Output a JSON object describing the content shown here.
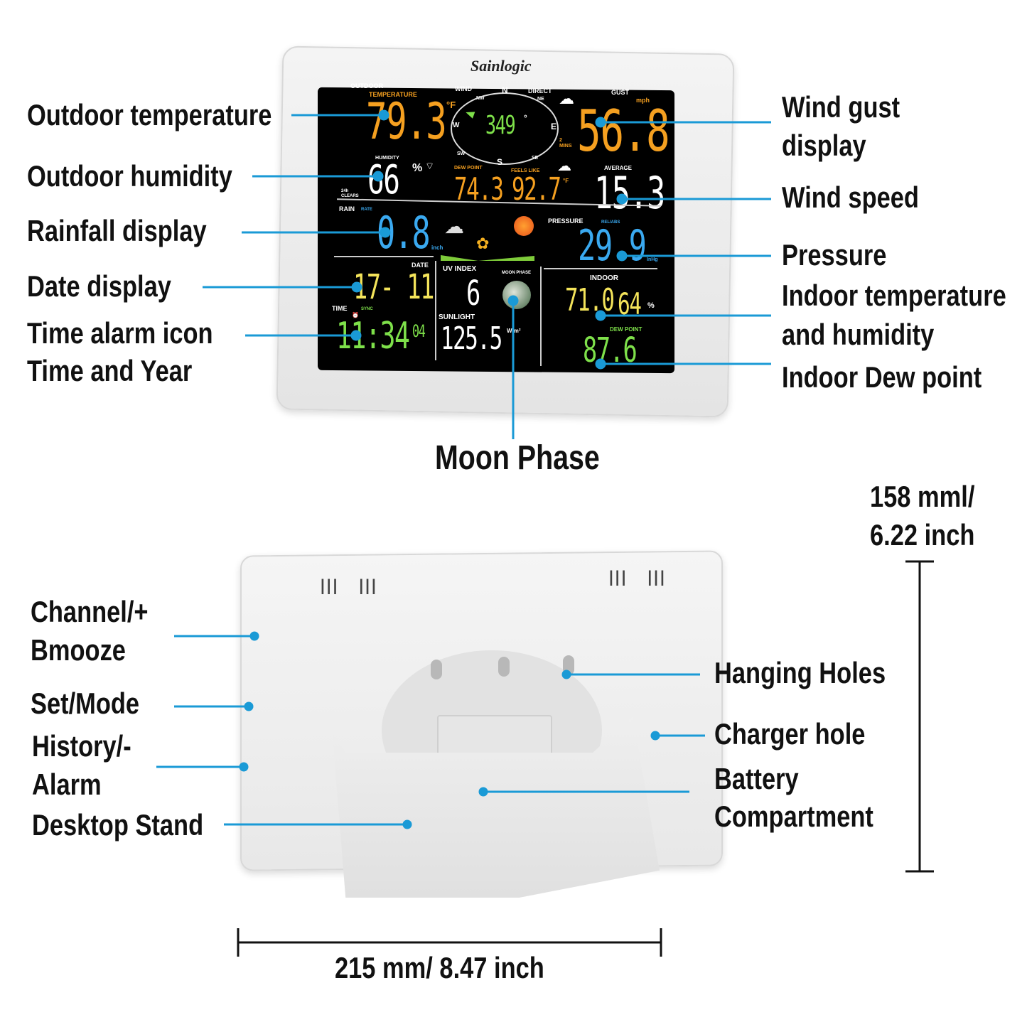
{
  "brand": "Sainlogic",
  "colors": {
    "callout": "#1a9ad6",
    "orange": "#f5a020",
    "green": "#7ee04a",
    "blue": "#3aa9f0",
    "yellow": "#f3e35a"
  },
  "front_labels": {
    "outdoor_temperature": "Outdoor temperature",
    "outdoor_humidity": "Outdoor humidity",
    "rainfall": "Rainfall display",
    "date": "Date display",
    "time_alarm": "Time alarm icon",
    "time_year": "Time and Year",
    "wind_gust_1": "Wind gust",
    "wind_gust_2": "display",
    "wind_speed": "Wind speed",
    "pressure": "Pressure",
    "indoor_1": "Indoor temperature",
    "indoor_2": "and humidity",
    "indoor_dew": "Indoor Dew point",
    "moon": "Moon Phase"
  },
  "screen": {
    "outdoor": "OUTDOOR",
    "temperature_label": "TEMPERATURE",
    "temperature": "79.3",
    "temp_unit": "°F",
    "wind": "WIND",
    "direct": "DIRECT",
    "nw": "NW",
    "ne": "NE",
    "n": "N",
    "s": "S",
    "e": "E",
    "w": "W",
    "sw": "SW",
    "se": "SE",
    "wind_dir": "349",
    "deg": "°",
    "gust": "GUST",
    "mph": "mph",
    "gust_value": "56.8",
    "mins": "2 MINS",
    "humidity_label": "HUMIDITY",
    "humidity": "66",
    "percent": "%",
    "clears": "24h CLEARS",
    "dew_label": "DEW POINT",
    "dew": "74.3",
    "feels_label": "FEELS LIKE",
    "feels": "92.7",
    "f": "°F",
    "average": "AVERAGE",
    "average_value": "15.3",
    "rain": "RAIN",
    "rate": "RATE",
    "rain_value": "0.8",
    "inch": "inch",
    "pressure": "PRESSURE",
    "relabs": "REL/ABS",
    "pressure_value": "29.9",
    "inhg": "InHg",
    "date_label": "DATE",
    "date": "17- 11",
    "time_label": "TIME",
    "sync": "SYNC",
    "time": "11:34",
    "year": "04",
    "uv_label": "UV INDEX",
    "uv": "6",
    "moon_label": "MOON PHASE",
    "sunlight": "SUNLIGHT",
    "sun_value": "125.5",
    "wm2": "W/m²",
    "indoor": "INDOOR",
    "indoor_temp": "71.0",
    "indoor_hum": "64",
    "indoor_dew_label": "DEW POINT",
    "indoor_dew": "87.6"
  },
  "back_labels": {
    "channel_1": "Channel/+",
    "channel_2": "Bmooze",
    "set_mode": "Set/Mode",
    "history_1": "History/-",
    "history_2": "Alarm",
    "stand": "Desktop Stand",
    "hanging": "Hanging Holes",
    "charger": "Charger hole",
    "battery_1": "Battery",
    "battery_2": "Compartment"
  },
  "dimensions": {
    "height_1": "158 mml/",
    "height_2": "6.22 inch",
    "width": "215 mm/ 8.47 inch"
  }
}
